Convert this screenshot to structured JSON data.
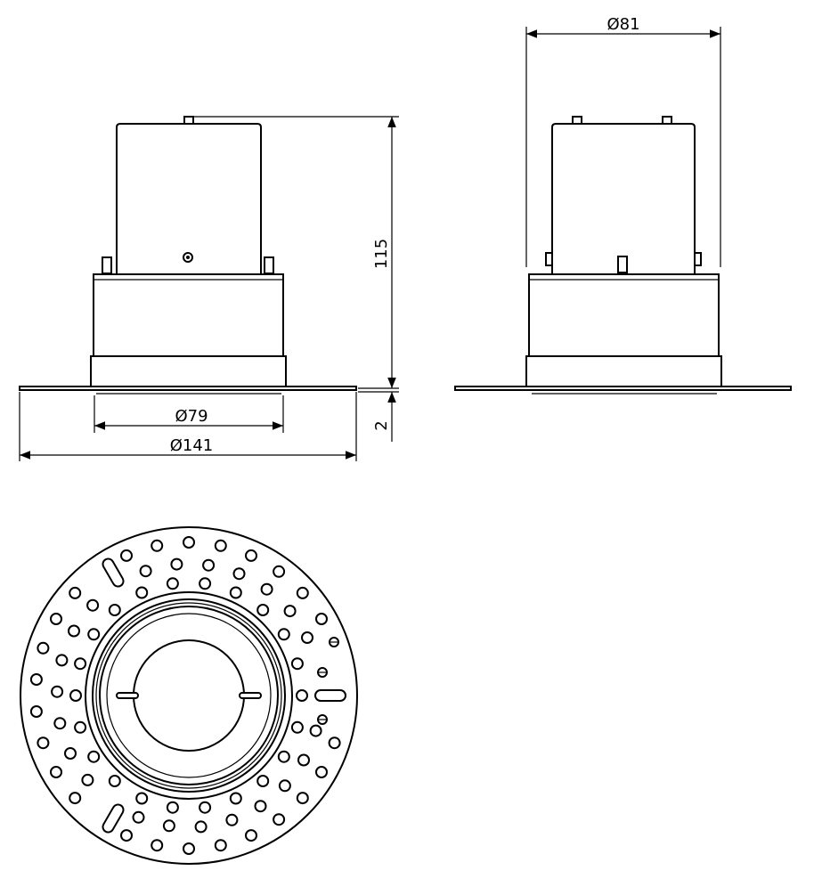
{
  "drawing": {
    "dimensions": {
      "height_total": "115",
      "flange_thickness": "2",
      "inner_diameter": "Ø79",
      "flange_diameter": "Ø141",
      "side_diameter": "Ø81"
    }
  }
}
